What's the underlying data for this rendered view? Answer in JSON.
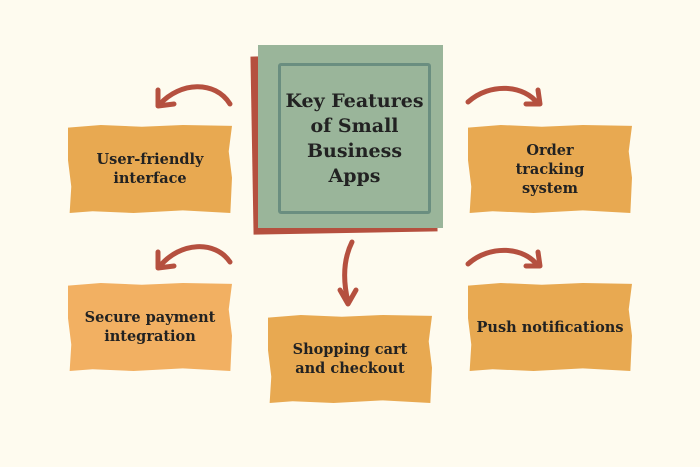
{
  "center": {
    "title": "Key Features of Small Business Apps"
  },
  "features": [
    {
      "label": "User-friendly interface"
    },
    {
      "label": "Order tracking system"
    },
    {
      "label": "Secure payment integration"
    },
    {
      "label": "Shopping cart and checkout"
    },
    {
      "label": "Push notifications"
    }
  ],
  "colors": {
    "background": "#fefbef",
    "center": "#9ab59a",
    "accent": "#b5503f",
    "box": "#e8a951",
    "box_alt": "#f2b062"
  }
}
